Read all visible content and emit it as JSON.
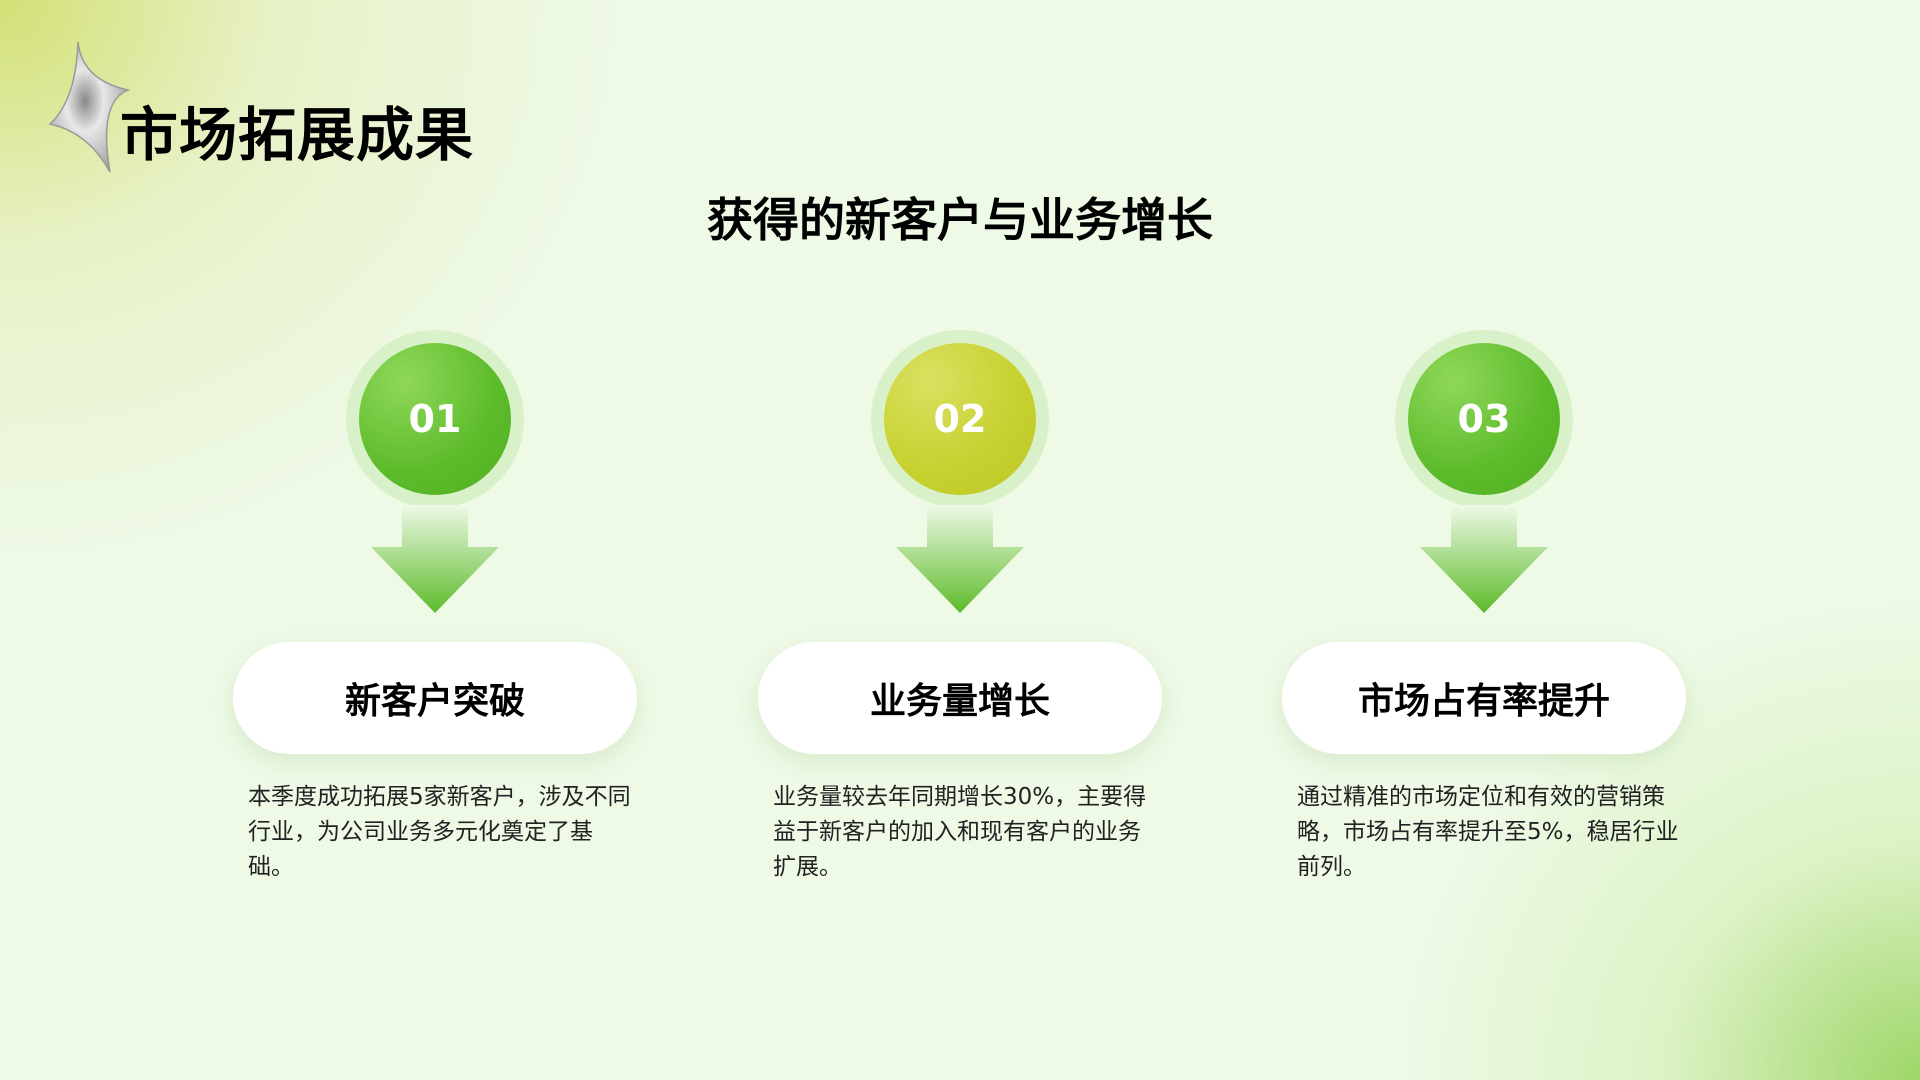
{
  "title": "市场拓展成果",
  "subtitle": "获得的新客户与业务增长",
  "items": [
    {
      "number": "01",
      "label": "新客户突破",
      "description": "本季度成功拓展5家新客户，涉及不同行业，为公司业务多元化奠定了基础。"
    },
    {
      "number": "02",
      "label": "业务量增长",
      "description": "业务量较去年同期增长30%，主要得益于新客户的加入和现有客户的业务扩展。"
    },
    {
      "number": "03",
      "label": "市场占有率提升",
      "description": "通过精准的市场定位和有效的营销策略，市场占有率提升至5%，稳居行业前列。"
    }
  ]
}
